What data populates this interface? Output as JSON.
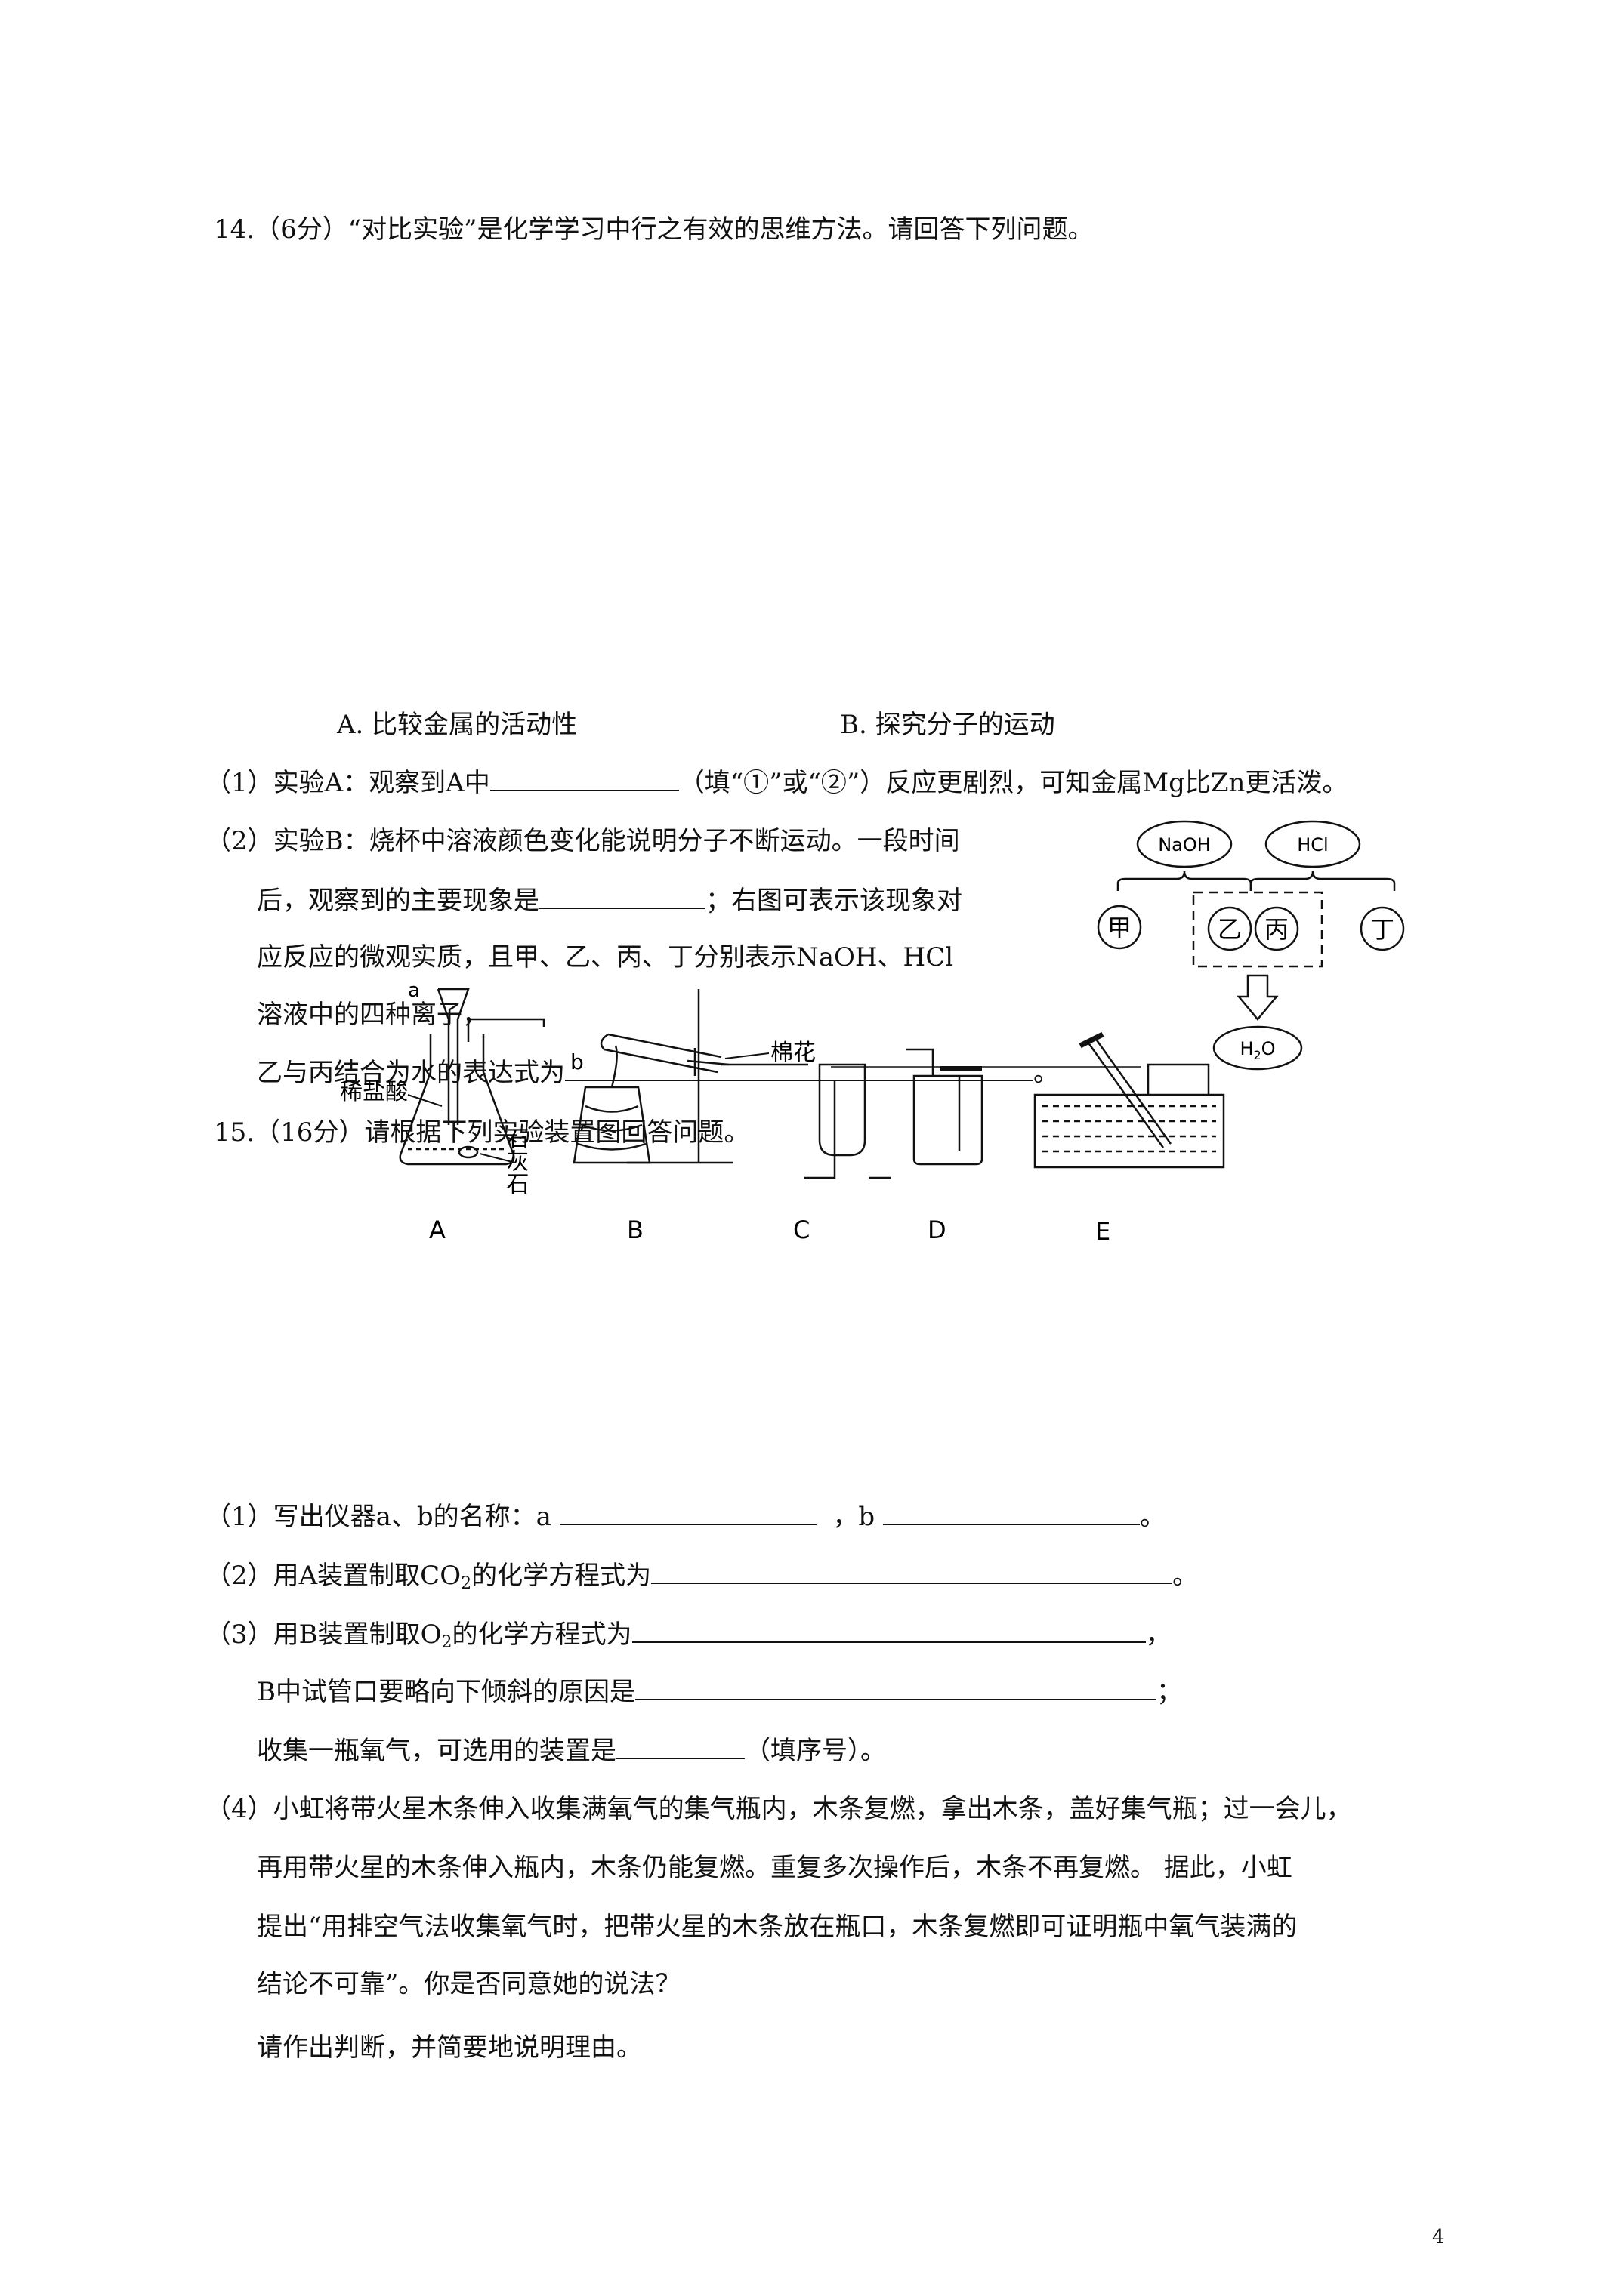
{
  "q14": {
    "title": "14.（6分）“对比实验”是化学学习中行之有效的思维方法。请回答下列问题。",
    "caption_a": "A.  比较金属的活动性",
    "caption_b": "B.  探究分子的运动",
    "p1_pre": "（1）实验A：观察到A中",
    "p1_post": "（填“①”或“②”）反应更剧烈，可知金属Mg比Zn更活泼。",
    "p2_line1": "（2）实验B：烧杯中溶液颜色变化能说明分子不断运动。一段时间",
    "p2_line2_pre": "后，观察到的主要现象是",
    "p2_line2_post": "；右图可表示该现象对",
    "p2_line3": "应反应的微观实质，且甲、乙、丙、丁分别表示NaOH、HCl",
    "p2_line4": "溶液中的四种离子，",
    "p2_line5": "乙与丙结合为水的表达式为",
    "p2_line5_end": "。"
  },
  "ion_diagram": {
    "naoh": "NaOH",
    "hcl": "HCl",
    "jia": "甲",
    "yi": "乙",
    "bing": "丙",
    "ding": "丁",
    "h2o_h": "H",
    "h2o_2": "2",
    "h2o_o": "O"
  },
  "q15": {
    "title": "15.（16分）请根据下列实验装置图回答问题。",
    "apparatus": {
      "label_a": "A",
      "label_b": "B",
      "label_c": "C",
      "label_d": "D",
      "label_e": "E",
      "acid": "稀盐酸",
      "limestone": "石灰石",
      "cotton": "棉花",
      "a": "a",
      "b": "b"
    },
    "p1_pre": "（1）写出仪器a、b的名称：a",
    "p1_mid": "，b",
    "p1_end": "。",
    "p2_pre": "（2）用A装置制取CO",
    "p2_sub": "2",
    "p2_post": "的化学方程式为",
    "p2_end": "。",
    "p3_pre": "（3）用B装置制取O",
    "p3_sub": "2",
    "p3_post": "的化学方程式为",
    "p3_end": "，",
    "p3_line2": "B中试管口要略向下倾斜的原因是",
    "p3_line2_end": "；",
    "p3_line3_pre": "收集一瓶氧气，可选用的装置是",
    "p3_line3_post": "（填序号）。",
    "p4_line1": "（4）小虹将带火星木条伸入收集满氧气的集气瓶内，木条复燃，拿出木条，盖好集气瓶；过一会儿，",
    "p4_line2": "再用带火星的木条伸入瓶内，木条仍能复燃。重复多次操作后，木条不再复燃。  据此，小虹",
    "p4_line3": "提出“用排空气法收集氧气时，把带火星的木条放在瓶口，木条复燃即可证明瓶中氧气装满的",
    "p4_line4": "结论不可靠”。你是否同意她的说法？",
    "p4_line5": "请作出判断，并简要地说明理由。"
  },
  "page_number": "4"
}
